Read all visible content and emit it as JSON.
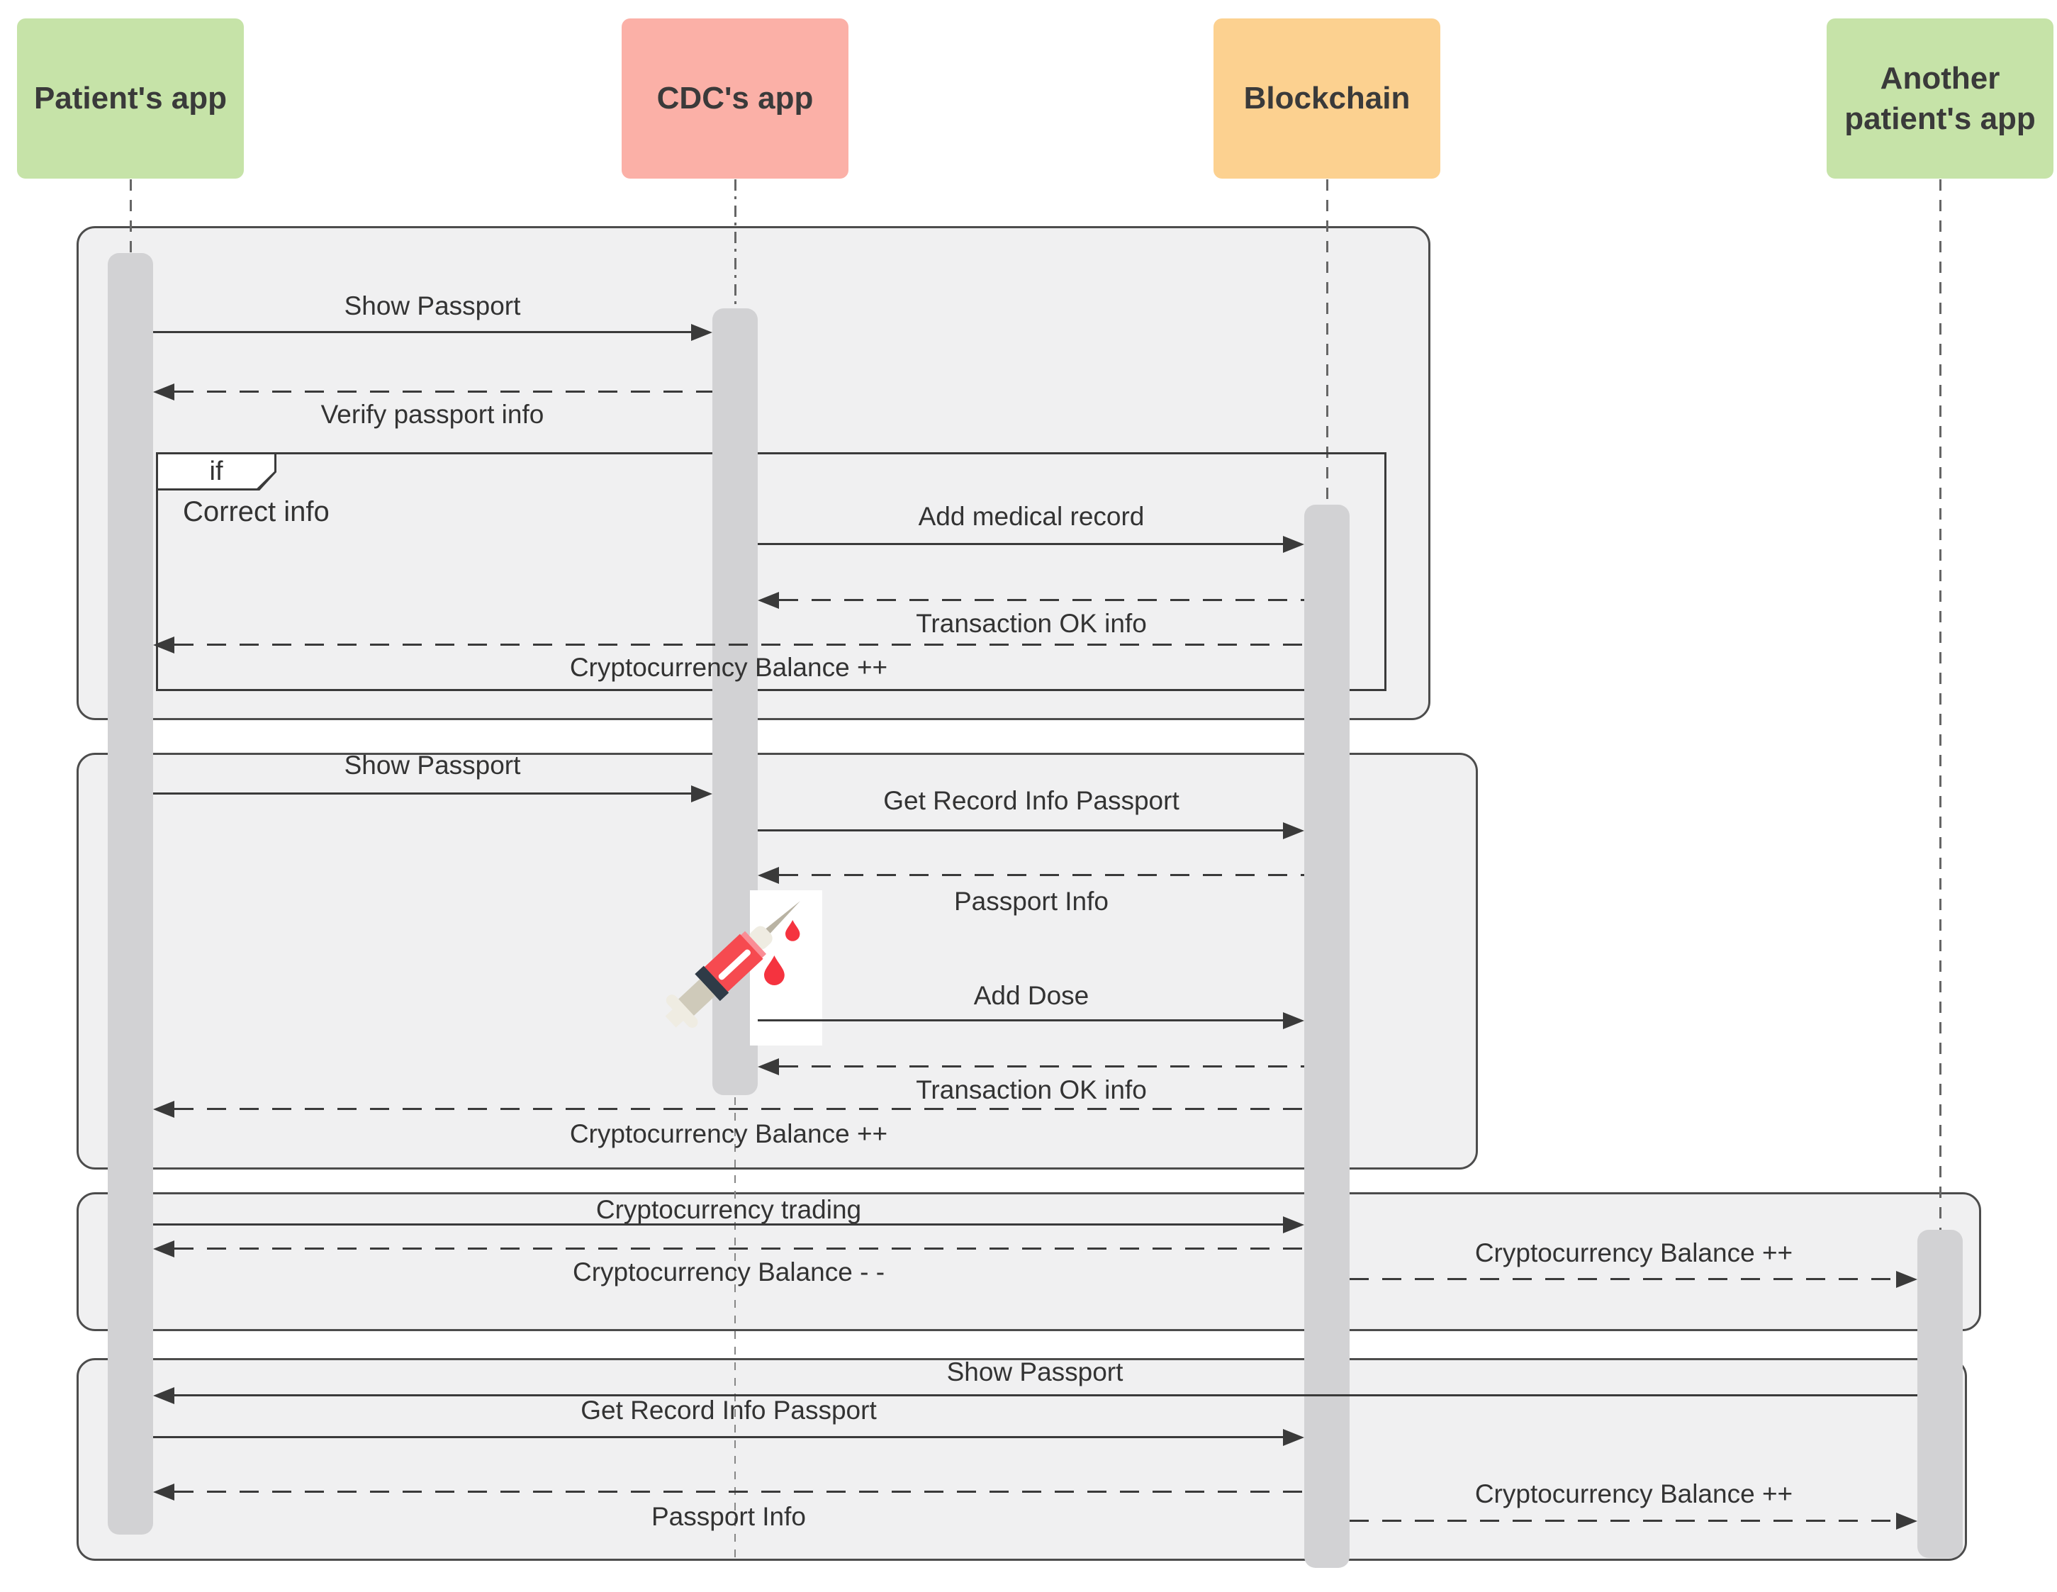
{
  "diagram": {
    "kind": "uml-sequence-diagram"
  },
  "participants": [
    {
      "id": "patient",
      "label": "Patient's app",
      "fill": "#c6e3a8"
    },
    {
      "id": "cdc",
      "label": "CDC's app",
      "fill": "#fbb0a7"
    },
    {
      "id": "blockchain",
      "label": "Blockchain",
      "fill": "#fcd190"
    },
    {
      "id": "another",
      "label": "Another patient's app",
      "fill": "#c6e3a8"
    }
  ],
  "fragment": {
    "operator": "if",
    "guard": "Correct info"
  },
  "messages": [
    {
      "text": "Show Passport",
      "from": "Patient's app",
      "to": "CDC's app",
      "kind": "solid"
    },
    {
      "text": "Verify passport info",
      "from": "CDC's app",
      "to": "Patient's app",
      "kind": "dashed"
    },
    {
      "text": "Add medical record",
      "from": "CDC's app",
      "to": "Blockchain",
      "kind": "solid"
    },
    {
      "text": "Transaction OK info",
      "from": "Blockchain",
      "to": "CDC's app",
      "kind": "dashed"
    },
    {
      "text": "Cryptocurrency Balance ++",
      "from": "Blockchain",
      "to": "Patient's app",
      "kind": "dashed"
    },
    {
      "text": "Show Passport",
      "from": "Patient's app",
      "to": "CDC's app",
      "kind": "solid"
    },
    {
      "text": "Get Record Info Passport",
      "from": "CDC's app",
      "to": "Blockchain",
      "kind": "solid"
    },
    {
      "text": "Passport Info",
      "from": "Blockchain",
      "to": "CDC's app",
      "kind": "dashed"
    },
    {
      "text": "Add Dose",
      "from": "CDC's app",
      "to": "Blockchain",
      "kind": "solid"
    },
    {
      "text": "Transaction OK info",
      "from": "Blockchain",
      "to": "CDC's app",
      "kind": "dashed"
    },
    {
      "text": "Cryptocurrency Balance ++",
      "from": "Blockchain",
      "to": "Patient's app",
      "kind": "dashed"
    },
    {
      "text": "Cryptocurrency trading",
      "from": "Patient's app",
      "to": "Blockchain",
      "kind": "solid"
    },
    {
      "text": "Cryptocurrency Balance - -",
      "from": "Blockchain",
      "to": "Patient's app",
      "kind": "dashed"
    },
    {
      "text": "Cryptocurrency Balance ++",
      "from": "Blockchain",
      "to": "Another patient's app",
      "kind": "dashed"
    },
    {
      "text": "Show Passport",
      "from": "Another patient's app",
      "to": "Patient's app",
      "kind": "solid"
    },
    {
      "text": "Get Record Info Passport",
      "from": "Patient's app",
      "to": "Blockchain",
      "kind": "solid"
    },
    {
      "text": "Passport Info",
      "from": "Blockchain",
      "to": "Patient's app",
      "kind": "dashed"
    },
    {
      "text": "Cryptocurrency Balance ++",
      "from": "Blockchain",
      "to": "Another patient's app",
      "kind": "dashed"
    }
  ],
  "icons": [
    {
      "name": "syringe-icon",
      "colors": {
        "barrel": "#f64a50",
        "band": "#2f3b47",
        "plunger": "#cfcaba",
        "drops": "#f5333f"
      }
    }
  ],
  "colors": {
    "frame_fill": "#f0f0f1",
    "frame_border": "#4c4c4c",
    "activation_bar": "#d2d2d4",
    "arrow": "#3a3a3a",
    "text": "#333333",
    "participant_green": "#c6e3a8",
    "participant_pink": "#fbb0a7",
    "participant_orange": "#fcd190"
  }
}
